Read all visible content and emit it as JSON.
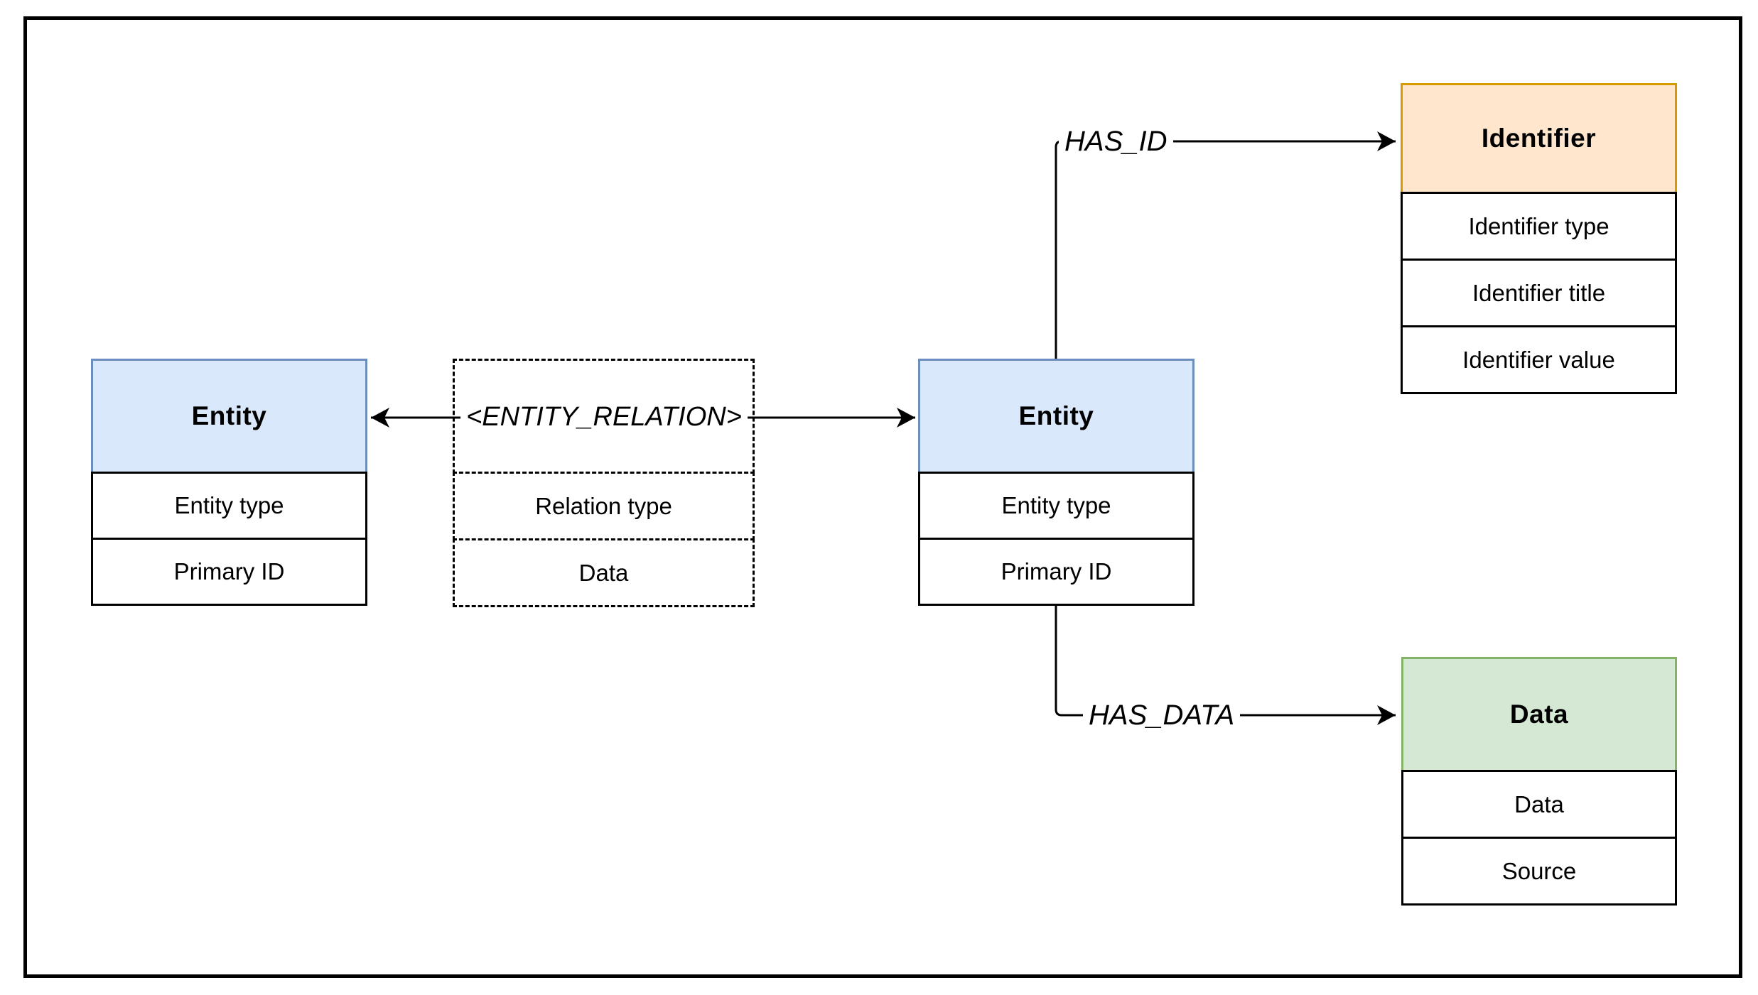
{
  "boxes": {
    "entity_left": {
      "title": "Entity",
      "rows": [
        "Entity type",
        "Primary ID"
      ],
      "header_fill": "#dae8fc",
      "header_stroke": "#6c8ebf"
    },
    "entity_relation": {
      "title": "<ENTITY_RELATION>",
      "rows": [
        "Relation type",
        "Data"
      ],
      "header_fill": "#ffffff",
      "header_stroke": "#000000",
      "border_style": "dashed"
    },
    "entity_right": {
      "title": "Entity",
      "rows": [
        "Entity type",
        "Primary ID"
      ],
      "header_fill": "#dae8fc",
      "header_stroke": "#6c8ebf"
    },
    "identifier": {
      "title": "Identifier",
      "rows": [
        "Identifier type",
        "Identifier title",
        "Identifier value"
      ],
      "header_fill": "#ffe6cc",
      "header_stroke": "#d79b00"
    },
    "data": {
      "title": "Data",
      "rows": [
        "Data",
        "Source"
      ],
      "header_fill": "#d5e8d4",
      "header_stroke": "#82b366"
    }
  },
  "edges": {
    "entity_relation": {
      "label": "<ENTITY_RELATION>"
    },
    "has_id": {
      "label": "HAS_ID"
    },
    "has_data": {
      "label": "HAS_DATA"
    }
  },
  "frame_color": "#000000",
  "line_color": "#000000"
}
